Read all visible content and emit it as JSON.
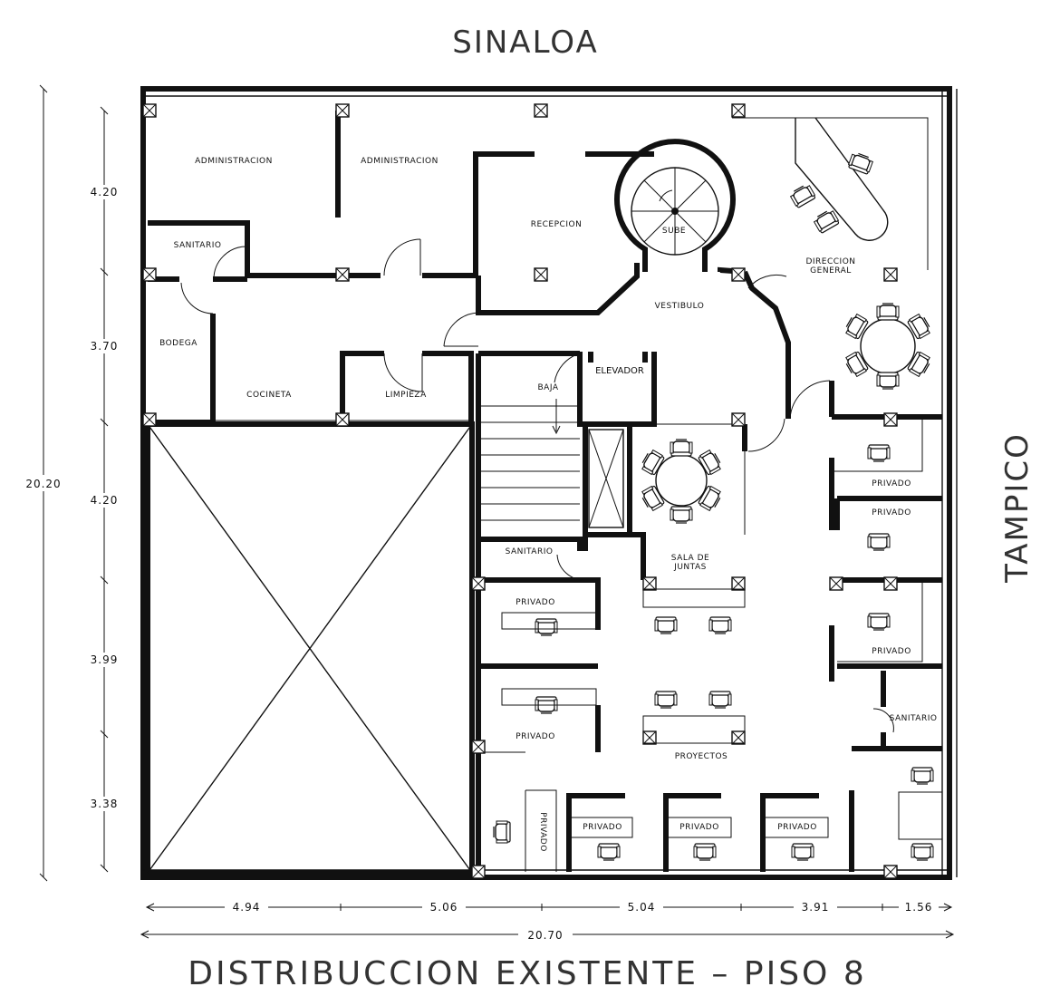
{
  "drawing": {
    "title": "DISTRIBUCCION EXISTENTE – PISO 8",
    "street_top": "SINALOA",
    "street_right": "TAMPICO"
  },
  "rooms": {
    "administracion_1": "ADMINISTRACION",
    "administracion_2": "ADMINISTRACION",
    "sanitario_1": "SANITARIO",
    "bodega": "BODEGA",
    "cocineta": "COCINETA",
    "limpieza": "LIMPIEZA",
    "recepcion": "RECEPCION",
    "sube": "SUBE",
    "vestibulo": "VESTIBULO",
    "direccion_line1": "DIRECCION",
    "direccion_line2": "GENERAL",
    "baja": "BAJA",
    "elevador": "ELEVADOR",
    "sanitario_2": "SANITARIO",
    "sala_line1": "SALA DE",
    "sala_line2": "JUNTAS",
    "privado_1": "PRIVADO",
    "privado_2": "PRIVADO",
    "privado_3": "PRIVADO",
    "privado_4": "PRIVADO",
    "privado_5": "PRIVADO",
    "privado_6": "PRIVADO",
    "privado_7": "PRIVADO",
    "privado_8": "PRIVADO",
    "privado_9": "PRIVADO",
    "sanitario_3": "SANITARIO",
    "proyectos": "PROYECTOS"
  },
  "dimensions": {
    "total_height": "20.20",
    "total_width": "20.70",
    "vertical": [
      "4.20",
      "3.70",
      "4.20",
      "3.99",
      "3.38"
    ],
    "horizontal": [
      "4.94",
      "5.06",
      "5.04",
      "3.91",
      "1.56"
    ]
  }
}
